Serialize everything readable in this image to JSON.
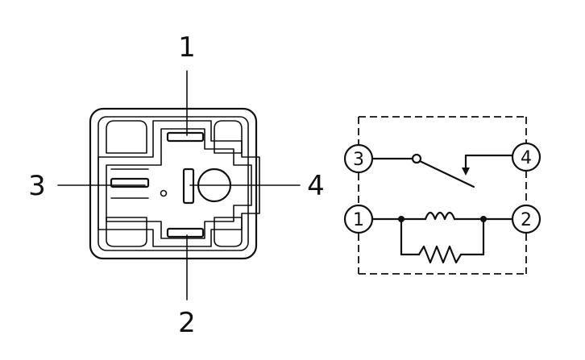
{
  "relay_view": {
    "pins": [
      {
        "id": "pin-1",
        "label": "1"
      },
      {
        "id": "pin-2",
        "label": "2"
      },
      {
        "id": "pin-3",
        "label": "3"
      },
      {
        "id": "pin-4",
        "label": "4"
      }
    ]
  },
  "schematic": {
    "terminals": [
      {
        "id": "terminal-3",
        "label": "3"
      },
      {
        "id": "terminal-4",
        "label": "4"
      },
      {
        "id": "terminal-1",
        "label": "1"
      },
      {
        "id": "terminal-2",
        "label": "2"
      }
    ]
  },
  "colors": {
    "ink": "#111111",
    "background": "#ffffff"
  }
}
